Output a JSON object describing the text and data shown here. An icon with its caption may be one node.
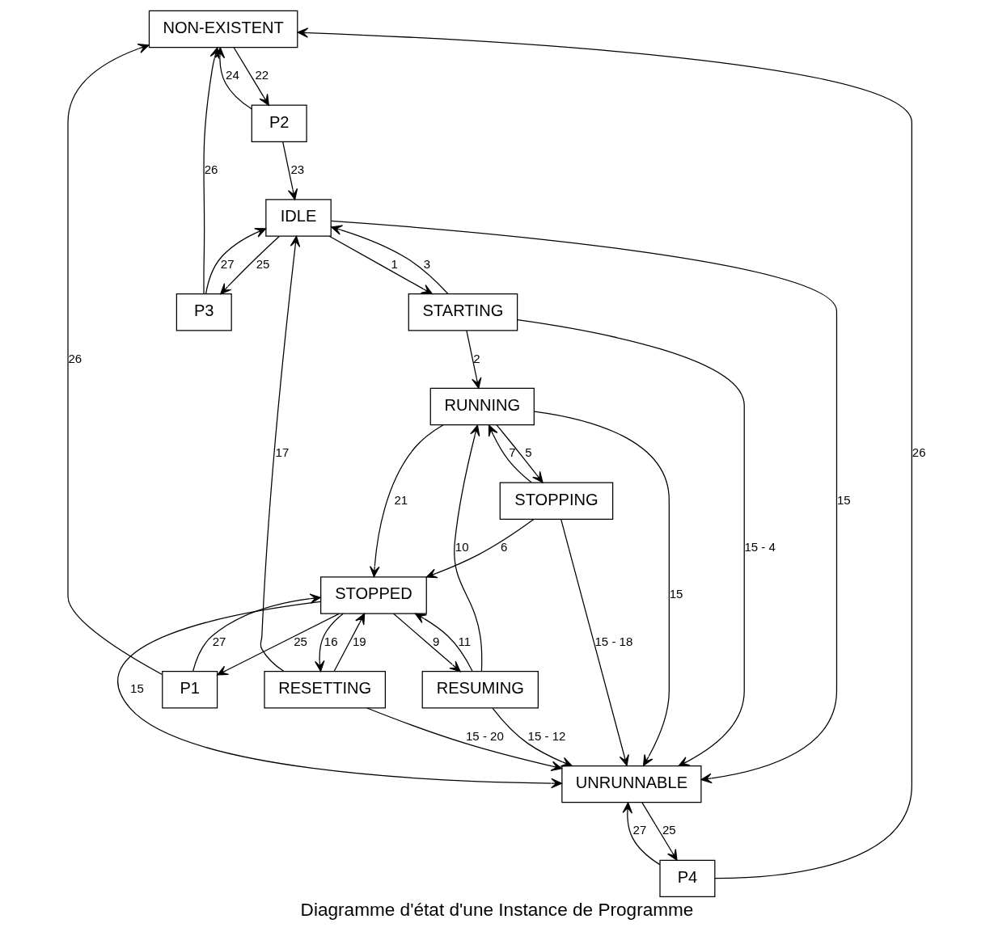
{
  "diagram": {
    "caption": "Diagramme d'état d'une Instance de Programme",
    "nodes": [
      {
        "text": [
          "NON-EXISTENT"
        ]
      },
      {
        "text": [
          "P1"
        ]
      },
      {
        "text": [
          "P2"
        ]
      },
      {
        "text": [
          "P3"
        ]
      },
      {
        "text": [
          "P4"
        ]
      },
      {
        "text": [
          "UNRUNNABLE"
        ]
      },
      {
        "text": [
          "IDLE"
        ]
      },
      {
        "text": [
          "STARTING"
        ]
      },
      {
        "text": [
          "RUNNING"
        ]
      },
      {
        "text": [
          "RESETTING"
        ]
      },
      {
        "text": [
          "STOPPING"
        ]
      },
      {
        "text": [
          "RESUMING"
        ]
      },
      {
        "text": [
          "STOPPED"
        ]
      }
    ],
    "edges": [
      {
        "from": 1,
        "to": 0,
        "arrow": "to",
        "label": "26"
      },
      {
        "from": 0,
        "to": 2,
        "arrow": "to",
        "label": "22"
      },
      {
        "from": 2,
        "to": 0,
        "arrow": "to",
        "label": "24"
      },
      {
        "from": 3,
        "to": 0,
        "arrow": "to",
        "label": "26"
      },
      {
        "from": 4,
        "to": 0,
        "arrow": "to",
        "label": "26"
      },
      {
        "from": 5,
        "to": 4,
        "arrow": "to",
        "label": "25"
      },
      {
        "from": 4,
        "to": 5,
        "arrow": "to",
        "label": "27"
      },
      {
        "from": 2,
        "to": 6,
        "arrow": "to",
        "label": "23"
      },
      {
        "from": 6,
        "to": 3,
        "arrow": "to",
        "label": "25"
      },
      {
        "from": 3,
        "to": 6,
        "arrow": "to",
        "label": "27"
      },
      {
        "from": 6,
        "to": 5,
        "arrow": "to",
        "label": "15"
      },
      {
        "from": 6,
        "to": 7,
        "arrow": "to",
        "label": "1"
      },
      {
        "from": 7,
        "to": 6,
        "arrow": "to",
        "label": "3"
      },
      {
        "from": 9,
        "to": 6,
        "arrow": "to",
        "label": "17"
      },
      {
        "from": 7,
        "to": 5,
        "arrow": "to",
        "label": "15 - 4"
      },
      {
        "from": 7,
        "to": 8,
        "arrow": "to",
        "label": "2"
      },
      {
        "from": 8,
        "to": 5,
        "arrow": "to",
        "label": "15"
      },
      {
        "from": 9,
        "to": 5,
        "arrow": "to",
        "label": "15 - 20"
      },
      {
        "from": 10,
        "to": 5,
        "arrow": "to",
        "label": "15 - 18"
      },
      {
        "from": 8,
        "to": 10,
        "arrow": "to",
        "label": "5"
      },
      {
        "from": 10,
        "to": 8,
        "arrow": "to",
        "label": "7"
      },
      {
        "from": 11,
        "to": 8,
        "arrow": "to",
        "label": "10"
      },
      {
        "from": 11,
        "to": 5,
        "arrow": "to",
        "label": "15 - 12"
      },
      {
        "from": 8,
        "to": 12,
        "arrow": "to",
        "label": "21"
      },
      {
        "from": 10,
        "to": 12,
        "arrow": "to",
        "label": "6"
      },
      {
        "from": 12,
        "to": 11,
        "arrow": "to",
        "label": "9"
      },
      {
        "from": 11,
        "to": 12,
        "arrow": "to",
        "label": "11"
      },
      {
        "from": 1,
        "to": 12,
        "arrow": "to",
        "label": "27"
      },
      {
        "from": 12,
        "to": 5,
        "arrow": "to",
        "label": "15"
      },
      {
        "from": 12,
        "to": 9,
        "arrow": "to",
        "label": "16"
      },
      {
        "from": 9,
        "to": 12,
        "arrow": "to",
        "label": "19"
      },
      {
        "from": 12,
        "to": 1,
        "arrow": "to",
        "label": "25"
      }
    ]
  }
}
